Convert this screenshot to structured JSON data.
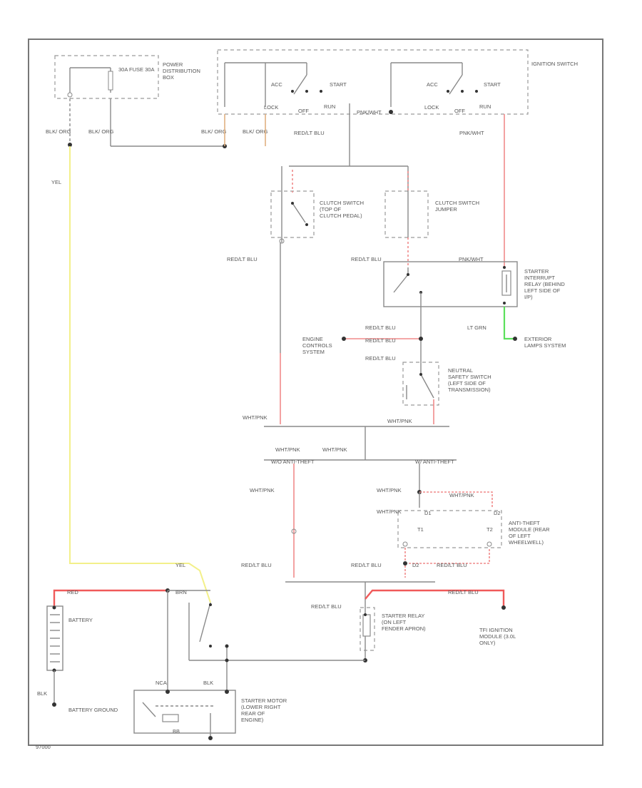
{
  "labels": {
    "fuse_box": "POWER DISTRIBUTION BOX",
    "fuse": "30A FUSE 30A",
    "wire_blk_org_1": "BLK/ ORG",
    "wire_blk_org_2": "BLK/ ORG",
    "wire_blk_org_3": "BLK/ ORG",
    "wire_blk_org_4": "BLK/ ORG",
    "wire_yel_1": "YEL",
    "wire_yel_2": "YEL",
    "ign_switch": "IGNITION SWITCH",
    "acc_1": "ACC",
    "start_1": "START",
    "lock_1": "LOCK",
    "off_1": "OFF",
    "run_1": "RUN",
    "acc_2": "ACC",
    "start_2": "START",
    "lock_2": "LOCK",
    "off_2": "OFF",
    "run_2": "RUN",
    "wire_red_ltblu_top": "RED/LT BLU",
    "wire_pnk_wht_1": "PNK/WHT",
    "wire_pnk_wht_2": "PNK/WHT",
    "clutch_switch": "CLUTCH SWITCH (TOP OF CLUTCH PEDAL)",
    "clutch_jumper": "CLUTCH SWITCH JUMPER",
    "wire_red_ltblu_left": "RED/LT BLU",
    "wire_red_ltblu_mid": "RED/LT BLU",
    "starter_interrupt": "STARTER INTERRUPT RELAY (BEHIND LEFT SIDE OF I/P)",
    "wire_lt_grn": "LT GRN",
    "exterior_lamps": "EXTERIOR LAMPS SYSTEM",
    "engine_controls": "ENGINE CONTROLS SYSTEM",
    "wire_red_ltblu_e1": "RED/LT BLU",
    "wire_red_ltblu_e2": "RED/LT BLU",
    "wire_red_ltblu_e3": "RED/LT BLU",
    "neutral_switch": "NEUTRAL SAFETY SWITCH (LEFT SIDE OF TRANSMISSION)",
    "wire_wht_pnk_1": "WHT/PNK",
    "wire_wht_pnk_2": "WHT/PNK",
    "wire_wht_pnk_3": "WHT/PNK",
    "wire_wht_pnk_4": "WHT/PNK",
    "wire_wht_pnk_5": "WHT/PNK",
    "wire_wht_pnk_6": "WHT/PNK",
    "wire_wht_pnk_7": "WHT/PNK",
    "wo_anti_theft": "W/O ANTI-THEFT",
    "w_anti_theft": "W/ ANTI-THEFT",
    "anti_theft_module": "ANTI-THEFT MODULE (REAR OF LEFT WHEELWELL)",
    "pin_d1": "D1",
    "pin_d2": "D2",
    "pin_t1": "T1",
    "pin_t2": "T2",
    "pin_d2b": "D2",
    "wire_red_ltblu_b1": "RED/LT BLU",
    "wire_red_ltblu_b2": "RED/LT BLU",
    "wire_red_ltblu_b3": "RED/LT BLU",
    "wire_red_ltblu_b4": "RED/LT BLU",
    "wire_red_ltblu_b5": "RED/LT BLU",
    "starter_relay": "STARTER RELAY (ON LEFT FENDER APRON)",
    "ignition_module": "TFI IGNITION MODULE (3.0L ONLY)",
    "wire_red": "RED",
    "wire_brn": "BRN",
    "battery": "BATTERY",
    "wire_blk": "BLK",
    "battery_ground": "BATTERY GROUND",
    "wire_nca": "NCA",
    "wire_blk_2": "BLK",
    "starter_motor": "STARTER MOTOR (LOWER RIGHT REAR OF ENGINE)",
    "wire_bb": "BB",
    "figure_code": "97000"
  },
  "colors": {
    "wire_gray": "#8a8a8a",
    "wire_red": "#f05a5a",
    "wire_pink": "#f08a8a",
    "wire_yellow": "#f3f08a",
    "wire_green": "#5be05b",
    "wire_orange": "#e0b080"
  }
}
